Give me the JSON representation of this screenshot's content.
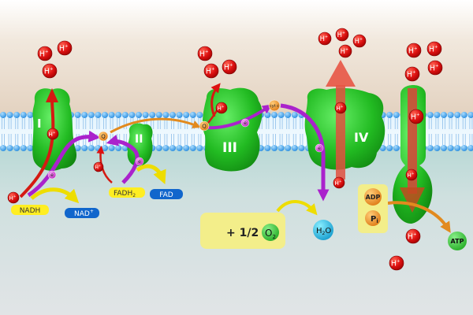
{
  "complexes": {
    "c1": "I",
    "c2": "II",
    "c3": "III",
    "c4": "IV"
  },
  "carriers": {
    "q": "Q",
    "cytc": "cyt c",
    "electron": "e",
    "proton": "H",
    "proton_sup": "+"
  },
  "molecules": {
    "nadh": "NADH",
    "nad_base": "NAD",
    "nad_sup": "+",
    "fadh2_base": "FADH",
    "fadh2_sub": "2",
    "fad": "FAD",
    "plus_half": "+ 1/2",
    "o2_base": "O",
    "o2_sub": "2",
    "h2o_h": "H",
    "h2o_sub": "2",
    "h2o_o": "O",
    "adp": "ADP",
    "pi_base": "P",
    "pi_sub": "i",
    "atp": "ATP"
  },
  "colors": {
    "top_region": "#e9dfd3",
    "matrix": "#c9dcdb",
    "complex_green": "#22bb22",
    "proton_red": "#e01010",
    "electron_purple": "#cc33cc",
    "carrier_orange": "#ee8822",
    "nadh_yellow": "#ffee22",
    "nad_blue": "#1166cc",
    "oxygen_box": "#f3ee8a",
    "water_cyan": "#22bbdd",
    "membrane_blue": "#3399ee"
  }
}
